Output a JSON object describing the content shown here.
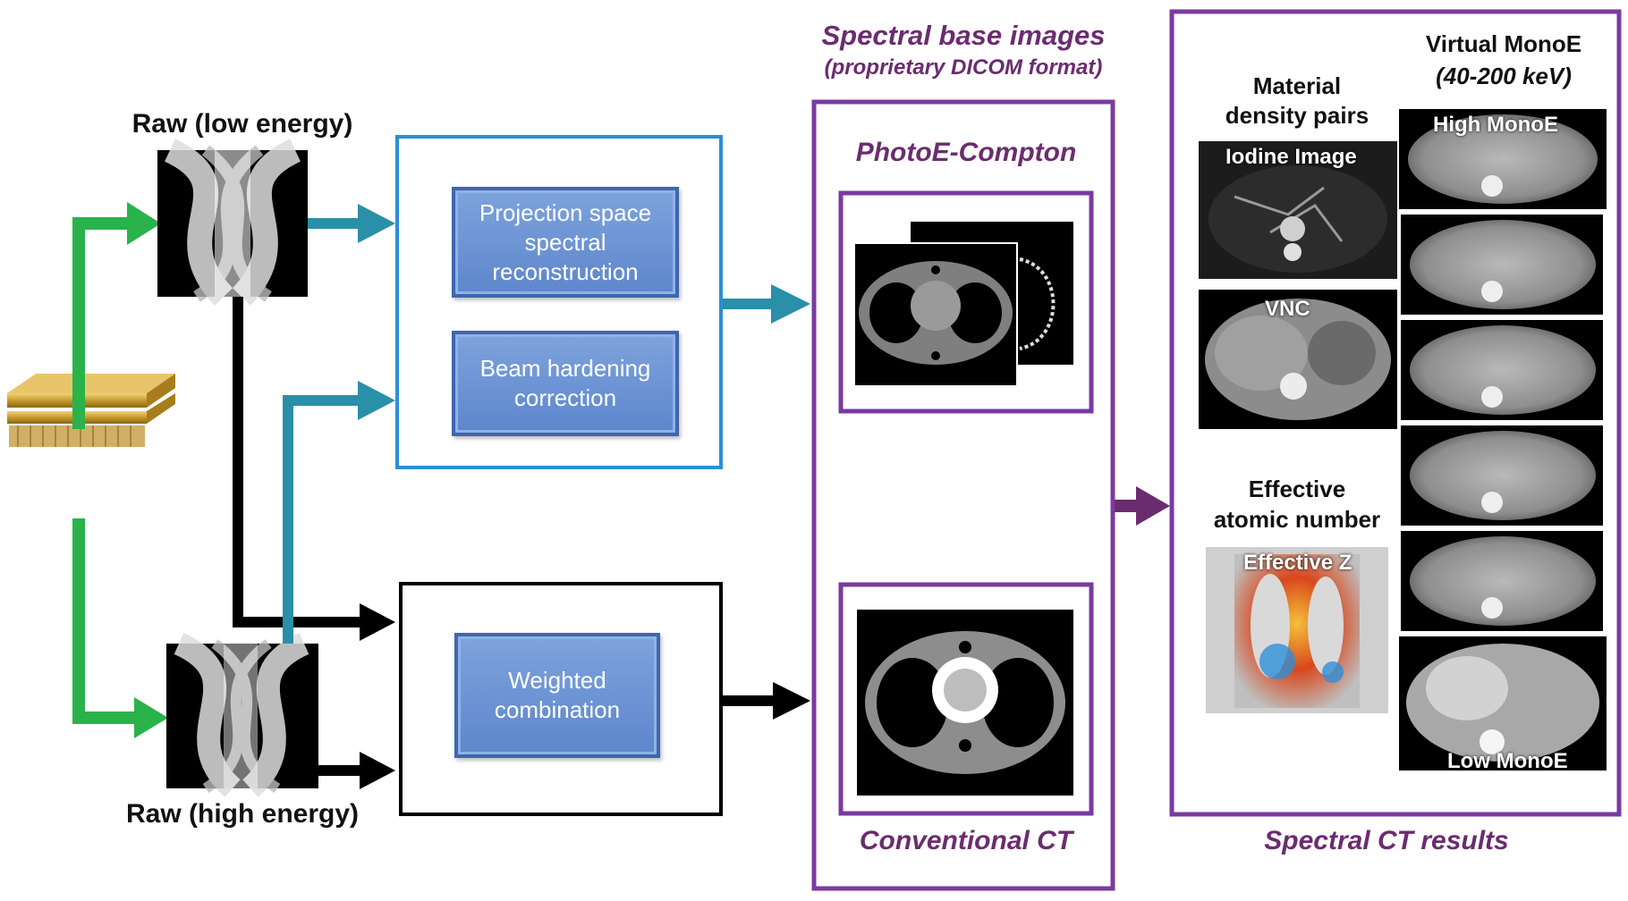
{
  "colors": {
    "green": "#29b34a",
    "teal": "#2a8fa8",
    "black": "#000000",
    "purple": "#6b2c6f",
    "blue_frame": "#2b8fd4",
    "box_purple": "#7a3aa0"
  },
  "labels": {
    "raw_low": "Raw (low energy)",
    "raw_high": "Raw (high energy)",
    "spectral_base_title": "Spectral base images",
    "spectral_base_subtitle": "(proprietary DICOM format)",
    "photoe_compton": "PhotoE-Compton",
    "conventional_ct": "Conventional CT",
    "spectral_results": "Spectral CT results",
    "material_density": "Material\ndensity pairs",
    "effective_atomic": "Effective\natomic number",
    "virtual_monoe": "Virtual MonoE",
    "monoe_range": "(40-200 keV)"
  },
  "process_boxes": {
    "projection": "Projection space\nspectral\nreconstruction",
    "beam": "Beam hardening\ncorrection",
    "weighted": "Weighted\ncombination"
  },
  "image_tags": {
    "iodine": "Iodine Image",
    "vnc": "VNC",
    "effective_z": "Effective Z",
    "high_monoe": "High MonoE",
    "low_monoe": "Low MonoE"
  },
  "icons": {
    "detector": "detector-icon",
    "sinogram": "sinogram-image",
    "phantom": "phantom-image",
    "ct_slice": "ct-slice-image"
  }
}
